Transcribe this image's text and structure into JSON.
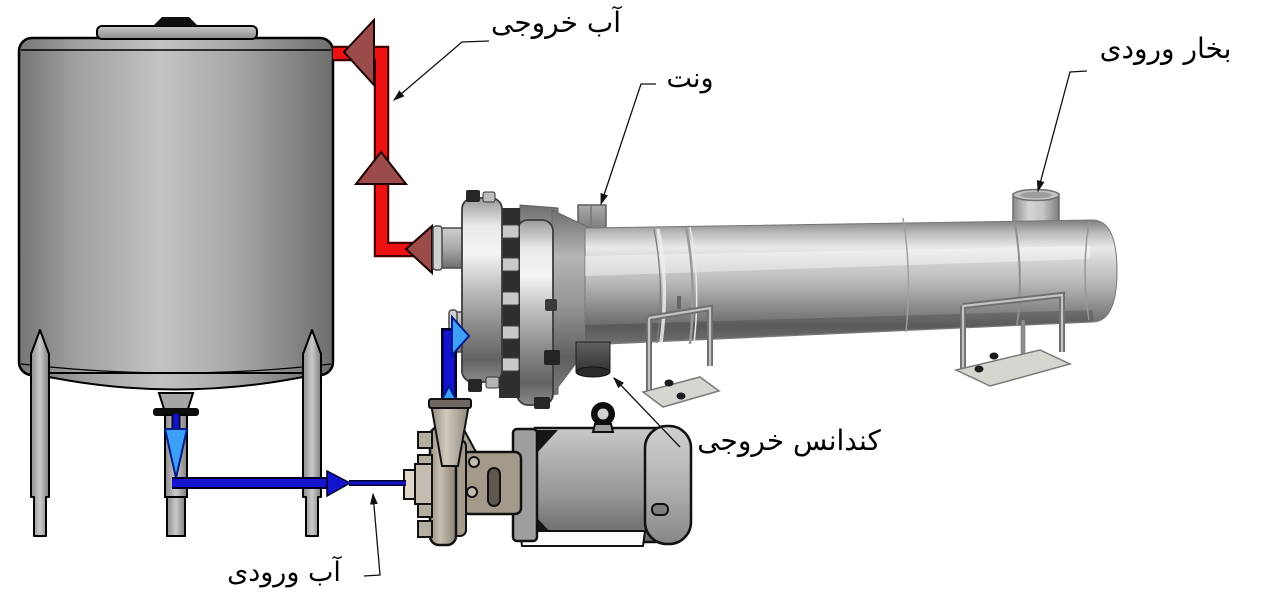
{
  "page": {
    "background": "#ffffff"
  },
  "diagram": {
    "labels": {
      "water_outlet": "آب خروجی",
      "vent": "ونت",
      "steam_inlet": "بخار ورودی",
      "condensate_outlet": "کندانس خروجی",
      "water_inlet": "آب ورودی"
    },
    "components": [
      {
        "id": "storage-tank"
      },
      {
        "id": "hot-water-pipe"
      },
      {
        "id": "cold-water-pipe"
      },
      {
        "id": "shell-and-tube-heat-exchanger"
      },
      {
        "id": "centrifugal-pump"
      },
      {
        "id": "electric-motor"
      }
    ],
    "colors": {
      "hot_pipe": "#ee1111",
      "hot_arrow": "#9c4b4b",
      "cold_pipe": "#1414cf",
      "cold_arrow": "#3da0f7",
      "leader": "#111111",
      "label_text": "#000000"
    }
  }
}
